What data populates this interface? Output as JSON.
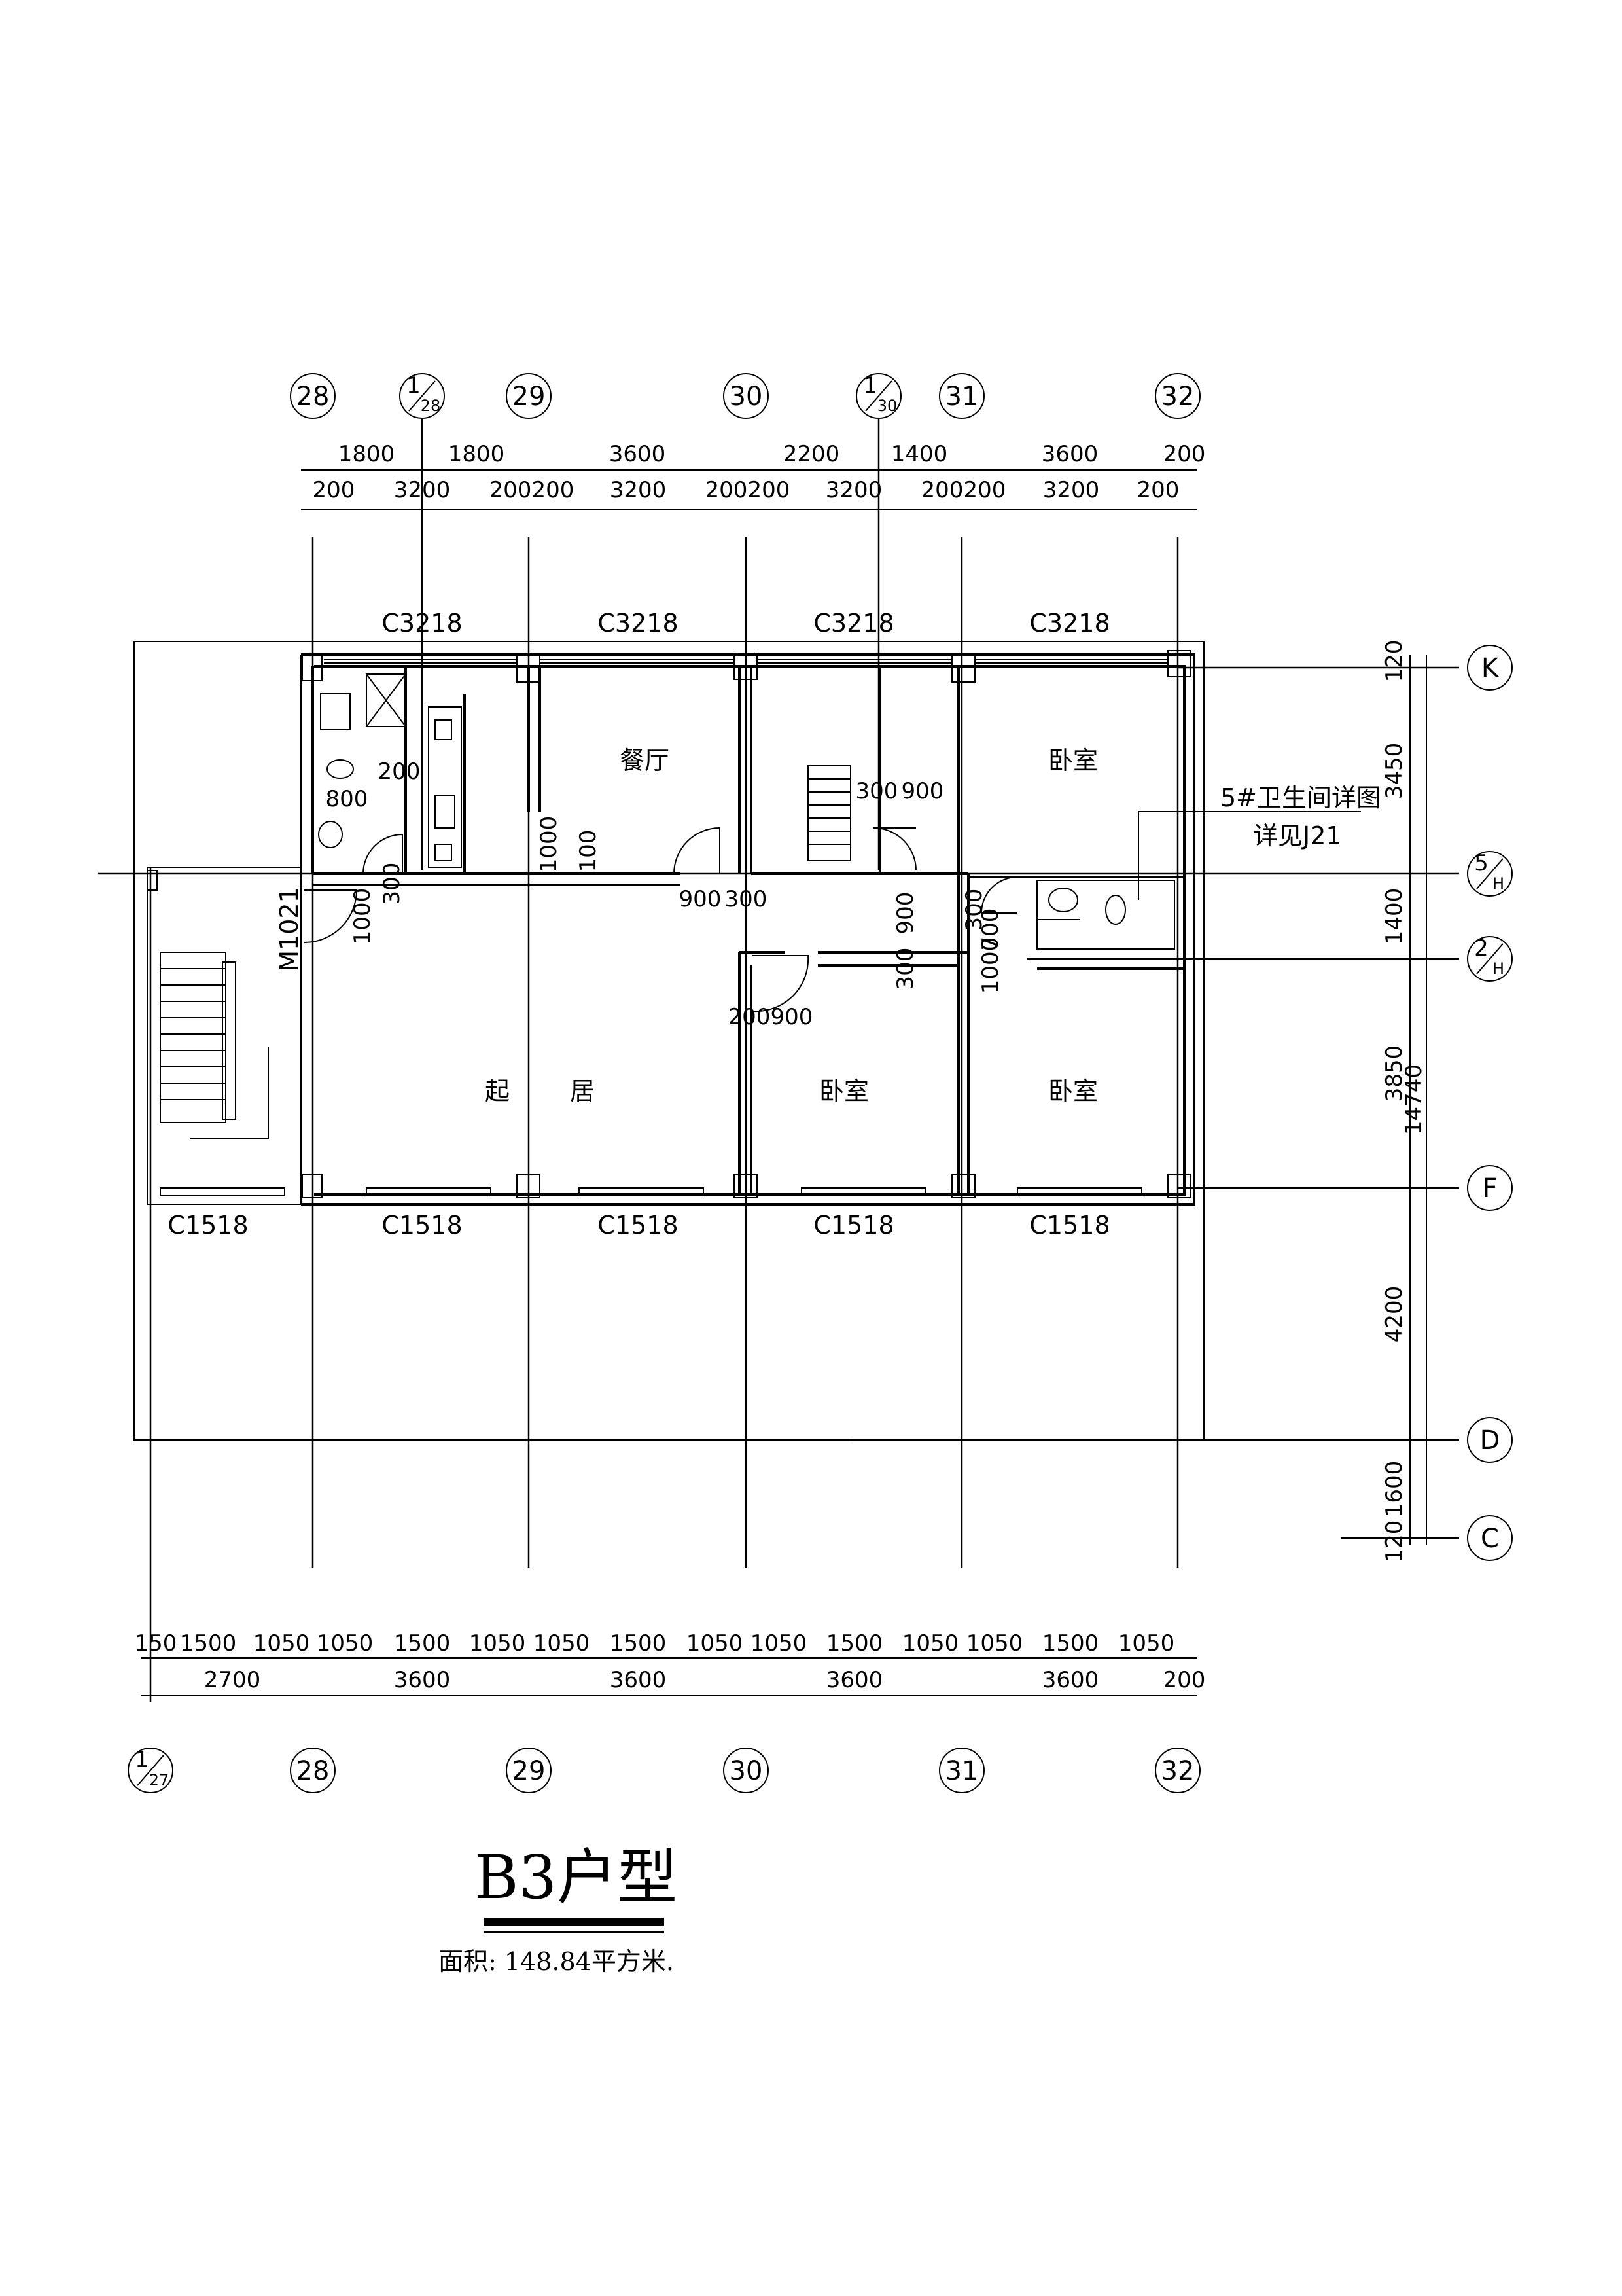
{
  "title": "B3户型",
  "area_text": "面积: 148.84平方米.",
  "note": {
    "line1": "5#卫生间详图",
    "line2": "详见J21"
  },
  "rooms": {
    "dining": "餐厅",
    "bedroom1": "卧室",
    "living_a": "起",
    "living_b": "居",
    "bedroom2": "卧室",
    "bedroom3": "卧室"
  },
  "door_label": "M1021",
  "top_window_label": "C3218",
  "bottom_window_label": "C1518",
  "top_axes": [
    {
      "main": "28"
    },
    {
      "num": "1",
      "sub": "28"
    },
    {
      "main": "29"
    },
    {
      "main": "30"
    },
    {
      "num": "1",
      "sub": "30"
    },
    {
      "main": "31"
    },
    {
      "main": "32"
    }
  ],
  "bottom_axes": [
    {
      "num": "1",
      "sub": "27"
    },
    {
      "main": "28"
    },
    {
      "main": "29"
    },
    {
      "main": "30"
    },
    {
      "main": "31"
    },
    {
      "main": "32"
    }
  ],
  "right_axes": [
    {
      "main": "K"
    },
    {
      "num": "5",
      "sub": "H"
    },
    {
      "num": "2",
      "sub": "H"
    },
    {
      "main": "F"
    },
    {
      "main": "D"
    },
    {
      "main": "C"
    }
  ],
  "top_dims_row1": [
    "1800",
    "1800",
    "3600",
    "2200",
    "1400",
    "3600",
    "200"
  ],
  "top_dims_row2": [
    "200",
    "3200",
    "200",
    "200",
    "3200",
    "200",
    "200",
    "3200",
    "200",
    "200",
    "3200",
    "200"
  ],
  "bottom_dims_row1": [
    "150",
    "1500",
    "1050",
    "1050",
    "1500",
    "1050",
    "1050",
    "1500",
    "1050",
    "1050",
    "1500",
    "1050",
    "1050",
    "1500",
    "1050"
  ],
  "bottom_dims_row2": [
    "2700",
    "3600",
    "3600",
    "3600",
    "3600",
    "200"
  ],
  "right_dims_inner": [
    "120",
    "3450",
    "1400",
    "3850",
    "4200",
    "1600",
    "120"
  ],
  "right_dims_total": "14740",
  "inner_dims": [
    "200",
    "800",
    "300",
    "1000",
    "1000",
    "100",
    "900",
    "300",
    "300",
    "900",
    "300",
    "900",
    "300",
    "1000",
    "700",
    "200",
    "900"
  ]
}
